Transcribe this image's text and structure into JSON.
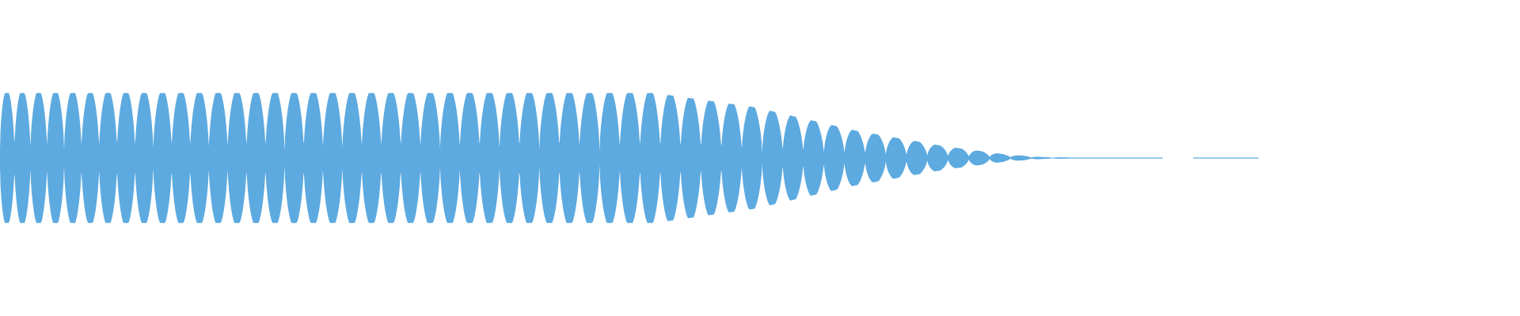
{
  "waveform": {
    "color": "#5daae0",
    "background": "#ffffff",
    "peak_amplitude": 1.0,
    "envelope": [
      {
        "t": 0.0,
        "amp": 1.0
      },
      {
        "t": 0.52,
        "amp": 1.0
      },
      {
        "t": 0.6,
        "amp": 0.78
      },
      {
        "t": 0.68,
        "amp": 0.42
      },
      {
        "t": 0.75,
        "amp": 0.18
      },
      {
        "t": 0.8,
        "amp": 0.05
      },
      {
        "t": 0.83,
        "amp": 0.01
      },
      {
        "t": 0.87,
        "amp": 0.0
      },
      {
        "t": 1.0,
        "amp": 0.0
      }
    ],
    "sound_portion": 0.72,
    "cycle_count": 56,
    "icon": "audio-waveform"
  }
}
